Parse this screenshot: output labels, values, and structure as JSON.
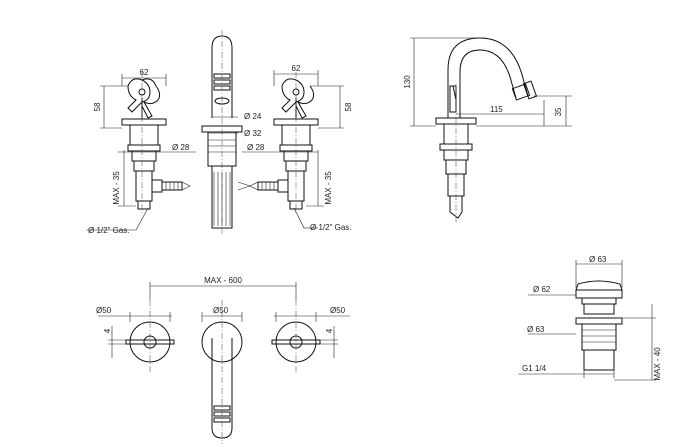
{
  "dimensions": {
    "left_handle_width": "62",
    "right_handle_width": "62",
    "left_handle_height": "58",
    "right_handle_height": "58",
    "spout_dia_24": "Ø 24",
    "spout_dia_32": "Ø 32",
    "left_body_dia": "Ø 28",
    "right_body_dia": "Ø 28",
    "left_max": "MAX - 35",
    "right_max": "MAX - 35",
    "left_gas": "Ø 1/2\" Gas.",
    "right_gas": "Ø 1/2\" Gas.",
    "bidet_height": "130",
    "bidet_reach": "115",
    "bidet_outlet_height": "35",
    "plan_span": "MAX - 600",
    "plan_left_dia": "Ø50",
    "plan_mid_dia": "Ø50",
    "plan_right_dia": "Ø50",
    "plan_left_offset": "4",
    "plan_right_offset": "4",
    "waste_top_dia": "Ø 63",
    "waste_cap_dia": "Ø 62",
    "waste_body_dia": "Ø 63",
    "waste_thread": "G1 1/4",
    "waste_max": "MAX - 40"
  }
}
